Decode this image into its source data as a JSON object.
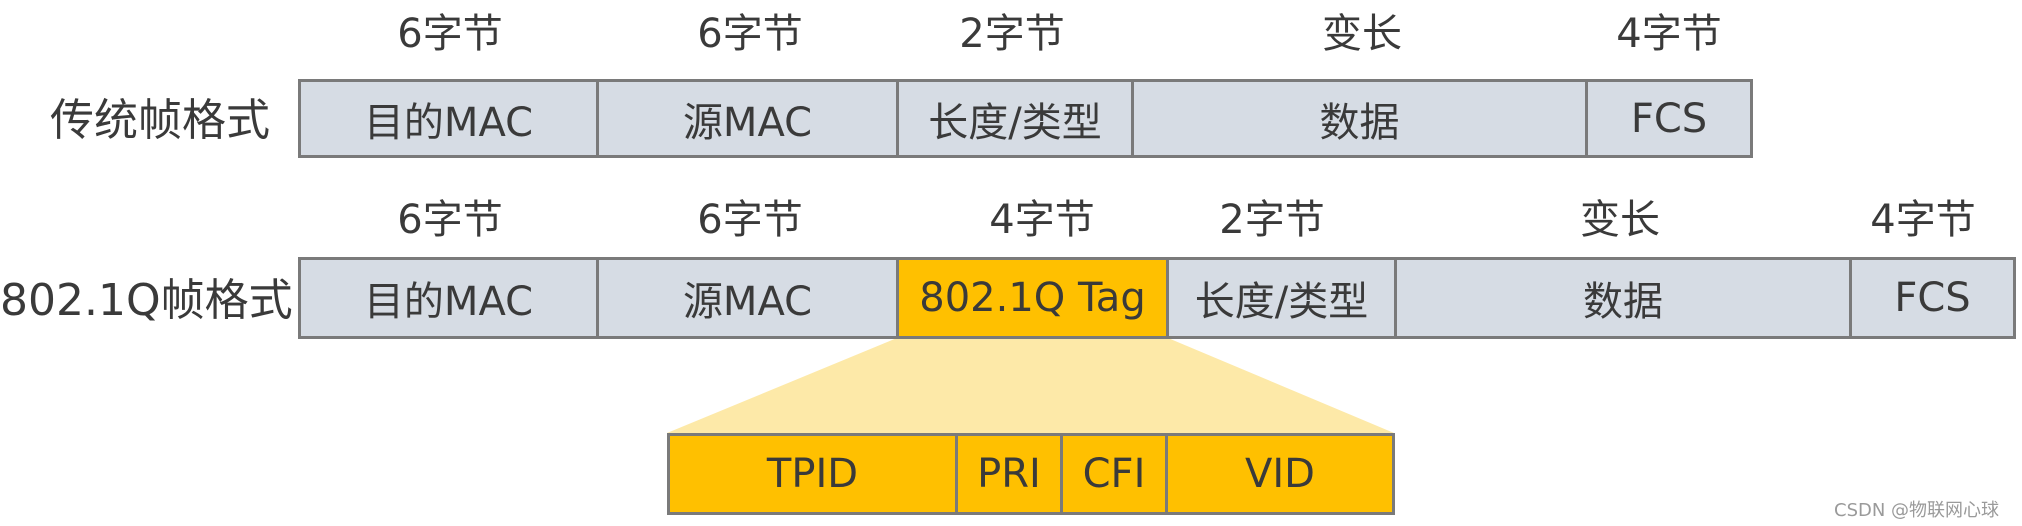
{
  "traditional_frame": {
    "row_label": "传统帧格式",
    "fields": [
      {
        "name": "目的MAC",
        "size": "6字节"
      },
      {
        "name": "源MAC",
        "size": "6字节"
      },
      {
        "name": "长度/类型",
        "size": "2字节"
      },
      {
        "name": "数据",
        "size": "变长"
      },
      {
        "name": "FCS",
        "size": "4字节"
      }
    ]
  },
  "dot1q_frame": {
    "row_label": "802.1Q帧格式",
    "fields": [
      {
        "name": "目的MAC",
        "size": "6字节"
      },
      {
        "name": "源MAC",
        "size": "6字节"
      },
      {
        "name": "802.1Q Tag",
        "size": "4字节"
      },
      {
        "name": "长度/类型",
        "size": "2字节"
      },
      {
        "name": "数据",
        "size": "变长"
      },
      {
        "name": "FCS",
        "size": "4字节"
      }
    ]
  },
  "tag_fields": [
    "TPID",
    "PRI",
    "CFI",
    "VID"
  ],
  "watermark": "CSDN @物联网心球",
  "colors": {
    "field_fill": "#d6dce4",
    "tag_fill": "#ffc000",
    "expansion_fill": "#fde9a8",
    "border": "#7a7a7a",
    "text": "#3a3a3a"
  }
}
